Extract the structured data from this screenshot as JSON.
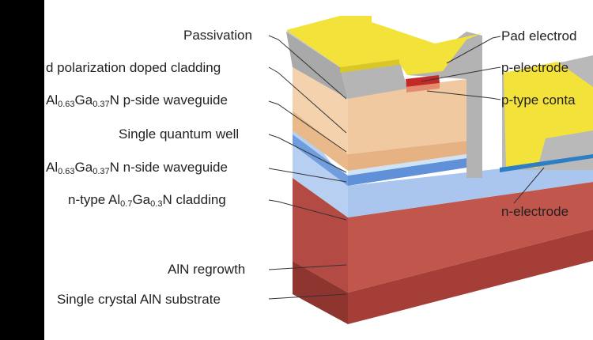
{
  "labels_left": {
    "passivation": "Passivation",
    "polarization_cladding": "d polarization doped cladding",
    "p_waveguide": {
      "a": "Al",
      "a_sub": "0.63",
      "b": "Ga",
      "b_sub": "0.37",
      "rest": "N p-side waveguide"
    },
    "quantum_well": "Single quantum well",
    "n_waveguide": {
      "a": "Al",
      "a_sub": "0.63",
      "b": "Ga",
      "b_sub": "0.37",
      "rest": "N n-side waveguide"
    },
    "n_cladding": {
      "pre": "n-type Al",
      "a_sub": "0.7",
      "b": "Ga",
      "b_sub": "0.3",
      "rest": "N cladding"
    },
    "regrowth": "AlN regrowth",
    "substrate": "Single crystal AlN substrate"
  },
  "labels_right": {
    "pad_electrode": "Pad electrod",
    "p_electrode": "p-electrode",
    "p_contact": "p-type conta",
    "n_electrode": "n-electrode"
  },
  "colors": {
    "electrode_gold": "#f2e23a",
    "passivation_gray": "#b8b8b8",
    "cladding_orange": "#f0c9a0",
    "waveguide_blue": "#a9c9ee",
    "qw_blue": "#5b8fd8",
    "substrate_red": "#a8423a",
    "regrowth_red": "#b9524a"
  }
}
